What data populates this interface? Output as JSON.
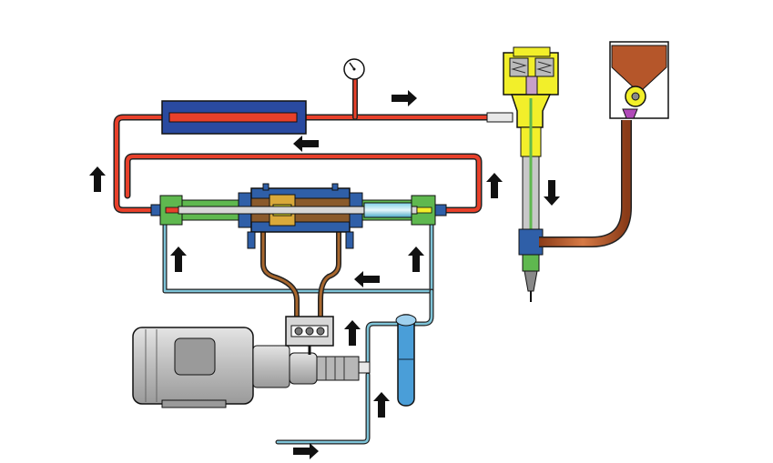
{
  "diagram": {
    "colors": {
      "high_pressure": "#e8402a",
      "low_pressure": "#7ec4d8",
      "hydraulic_oil": "#a8672e",
      "accumulator": "#2a4aa0",
      "intensifier_end": "#5fb84f",
      "intensifier_core": "#2f5fa8",
      "cutting_head": "#f2ef2a",
      "abrasive": "#b5562a",
      "motor": "#c9c9c9",
      "arrow": "#111111"
    },
    "components": [
      {
        "id": "accumulator",
        "icon": "attenuator-tank"
      },
      {
        "id": "pressure-gauge",
        "icon": "gauge-icon"
      },
      {
        "id": "intensifier",
        "icon": "intensifier-pump"
      },
      {
        "id": "electric-motor",
        "icon": "motor-icon"
      },
      {
        "id": "hydraulic-pump",
        "icon": "pump-icon"
      },
      {
        "id": "water-filter",
        "icon": "filter-icon"
      },
      {
        "id": "cutting-head",
        "icon": "nozzle-icon"
      },
      {
        "id": "abrasive-hopper",
        "icon": "hopper-icon"
      }
    ],
    "flow_arrows": [
      {
        "id": "arrow-hp-right",
        "direction": "right"
      },
      {
        "id": "arrow-hp-left",
        "direction": "left"
      },
      {
        "id": "arrow-hp-up-left",
        "direction": "up"
      },
      {
        "id": "arrow-hp-up-right",
        "direction": "up"
      },
      {
        "id": "arrow-head-down",
        "direction": "down"
      },
      {
        "id": "arrow-lp-up-left",
        "direction": "up"
      },
      {
        "id": "arrow-lp-up-right",
        "direction": "up"
      },
      {
        "id": "arrow-lp-left",
        "direction": "left"
      },
      {
        "id": "arrow-pump-up",
        "direction": "up"
      },
      {
        "id": "arrow-filter-up",
        "direction": "up"
      },
      {
        "id": "arrow-inlet-right",
        "direction": "right"
      }
    ]
  }
}
